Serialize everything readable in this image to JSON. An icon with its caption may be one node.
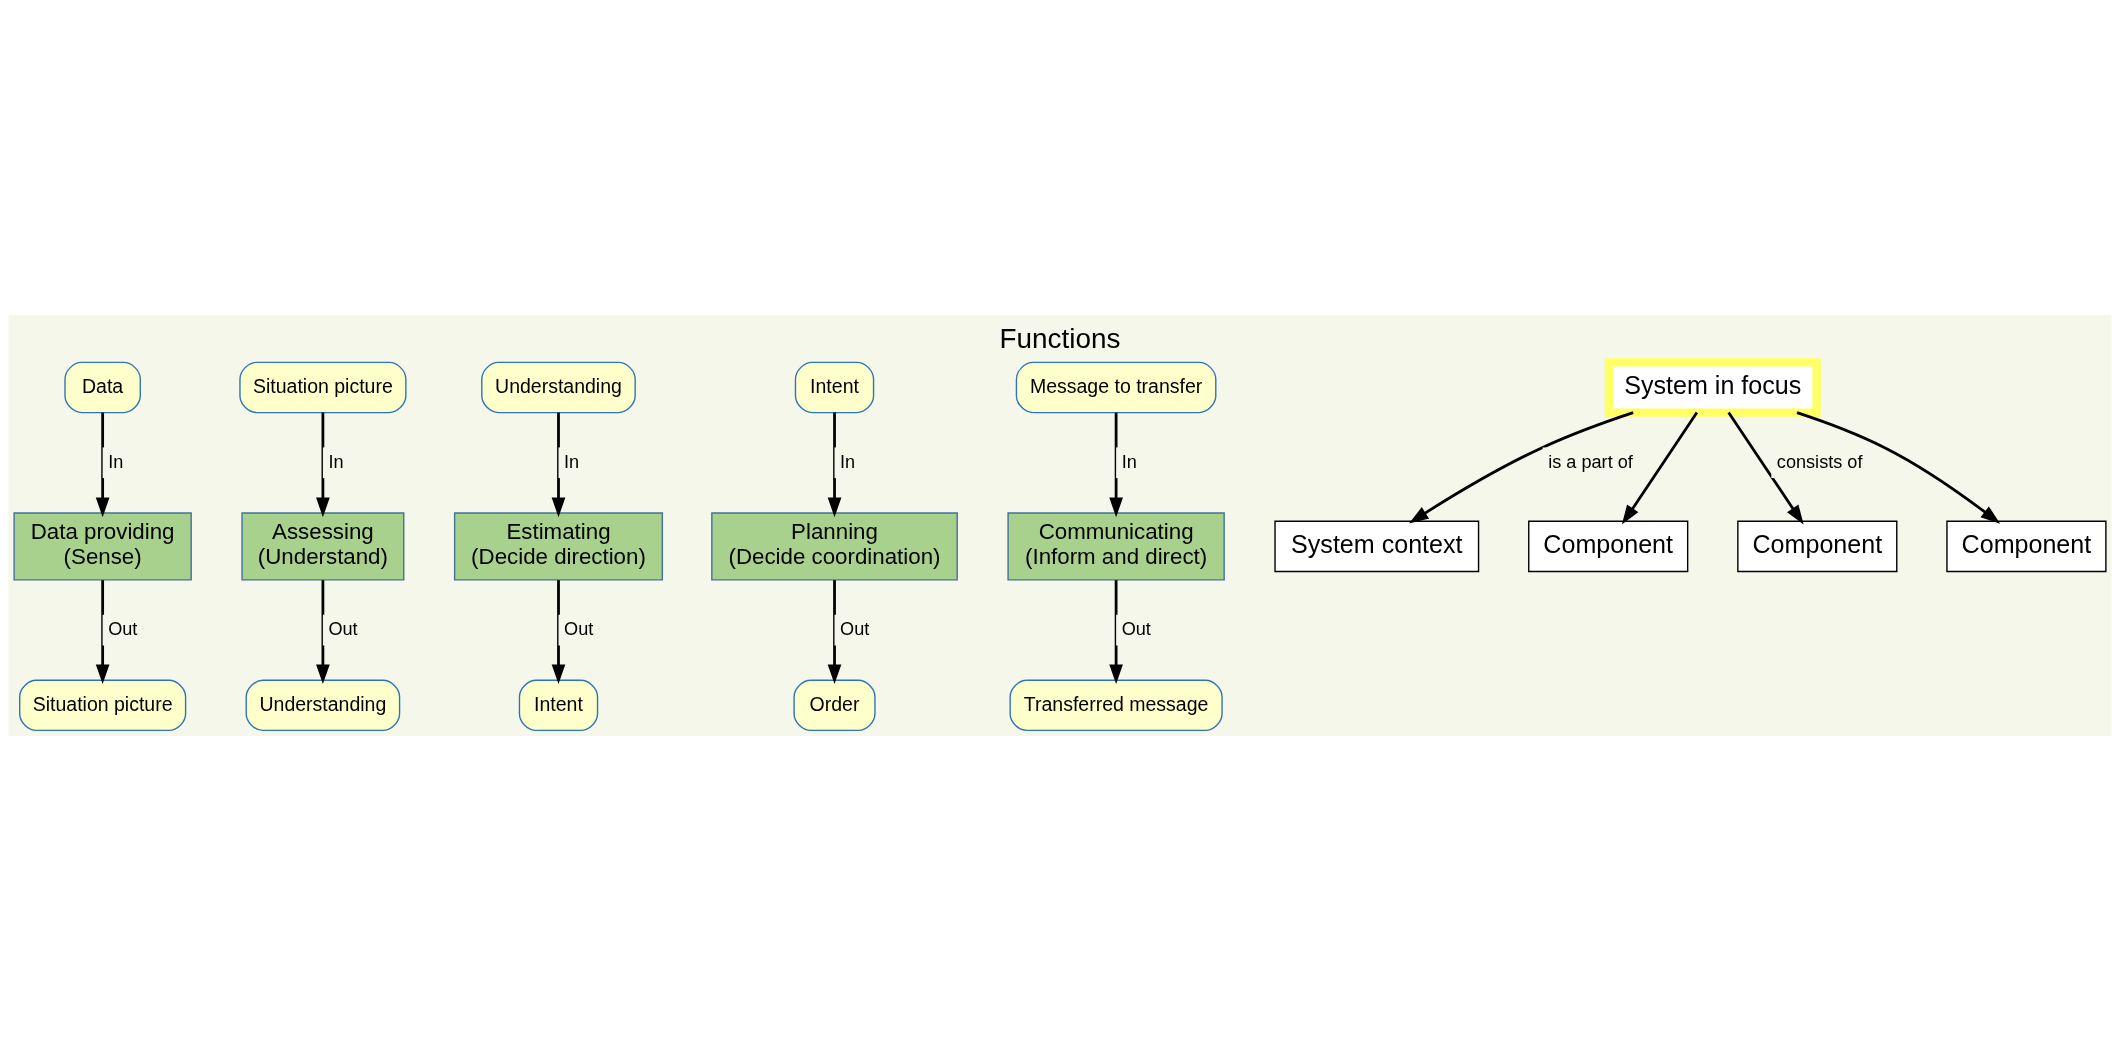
{
  "diagram": {
    "title": "Functions",
    "nodes": [
      {
        "text": [
          "Data providing",
          "(Sense)"
        ]
      },
      {
        "text": [
          "Assessing",
          "(Understand)"
        ]
      },
      {
        "text": [
          "Estimating",
          "(Decide direction)"
        ]
      },
      {
        "text": [
          "Planning",
          "(Decide coordination)"
        ]
      },
      {
        "text": [
          "Communicating",
          "(Inform and direct)"
        ]
      },
      {
        "text": [
          "Data"
        ]
      },
      {
        "text": [
          "Situation picture"
        ]
      },
      {
        "text": [
          "Situation picture"
        ]
      },
      {
        "text": [
          "Understanding"
        ]
      },
      {
        "text": [
          "Understanding"
        ]
      },
      {
        "text": [
          "Intent"
        ]
      },
      {
        "text": [
          "Intent"
        ]
      },
      {
        "text": [
          "Order"
        ]
      },
      {
        "text": [
          "Message to transfer"
        ]
      },
      {
        "text": [
          "Transferred message"
        ]
      },
      {
        "text": [
          "System context"
        ]
      },
      {
        "text": [
          "System in focus"
        ]
      },
      {
        "text": [
          "Component"
        ]
      },
      {
        "text": [
          "Component"
        ]
      },
      {
        "text": [
          "Component"
        ]
      }
    ],
    "edges": [
      {
        "from": 5,
        "to": 0,
        "arrow": "to",
        "label": "In"
      },
      {
        "from": 0,
        "to": 6,
        "arrow": "to",
        "label": "Out"
      },
      {
        "from": 7,
        "to": 1,
        "arrow": "to",
        "label": "In"
      },
      {
        "from": 1,
        "to": 8,
        "arrow": "to",
        "label": "Out"
      },
      {
        "from": 9,
        "to": 2,
        "arrow": "to",
        "label": "In"
      },
      {
        "from": 2,
        "to": 10,
        "arrow": "to",
        "label": "Out"
      },
      {
        "from": 11,
        "to": 3,
        "arrow": "to",
        "label": "In"
      },
      {
        "from": 3,
        "to": 12,
        "arrow": "to",
        "label": "Out"
      },
      {
        "from": 13,
        "to": 4,
        "arrow": "to",
        "label": "In"
      },
      {
        "from": 4,
        "to": 14,
        "arrow": "to",
        "label": "Out"
      },
      {
        "from": 16,
        "to": 15,
        "arrow": "to",
        "label": "is a part of"
      },
      {
        "from": 16,
        "to": 17,
        "arrow": "to"
      },
      {
        "from": 16,
        "to": 18,
        "arrow": "to",
        "label": "consists of"
      },
      {
        "from": 16,
        "to": 19,
        "arrow": "to"
      }
    ]
  }
}
